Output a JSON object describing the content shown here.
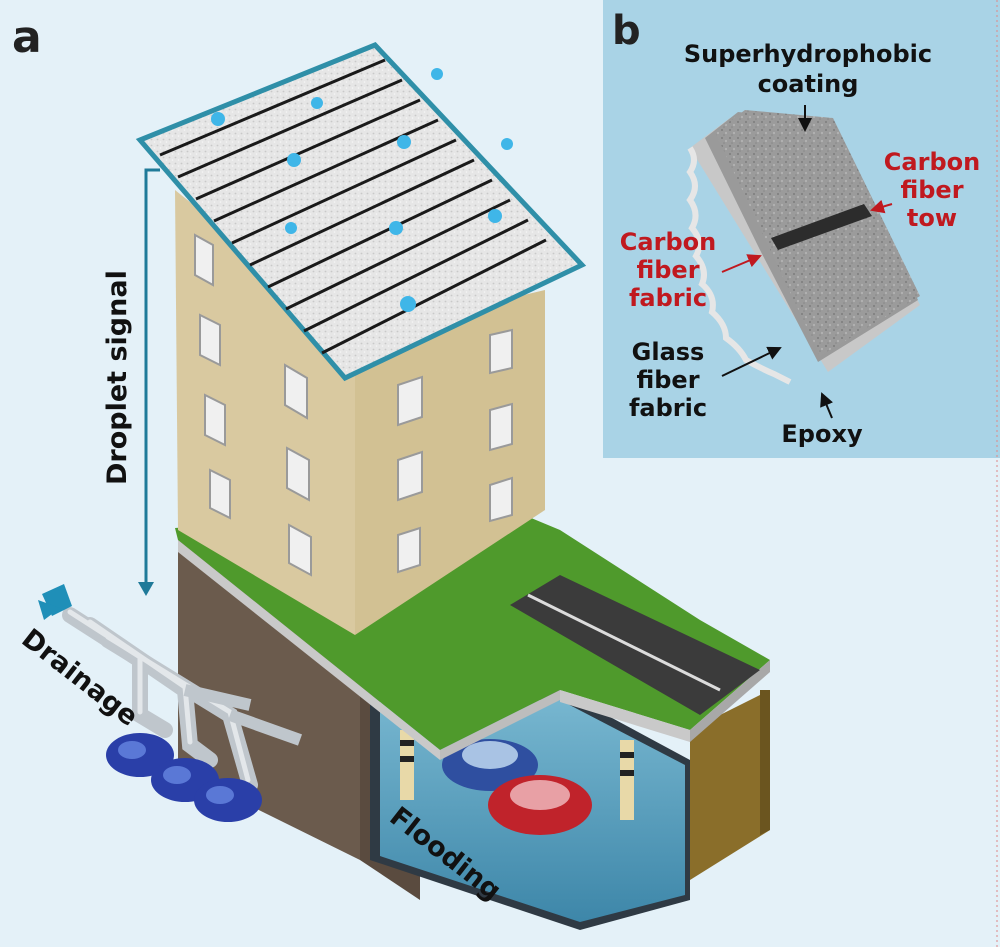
{
  "panel_a": {
    "letter": "a",
    "droplet_signal": "Droplet signal",
    "drainage": "Drainage",
    "flooding": "Flooding"
  },
  "panel_b": {
    "letter": "b",
    "coating_line1": "Superhydrophobic",
    "coating_line2": "coating",
    "tow_line1": "Carbon",
    "tow_line2": "fiber",
    "tow_line3": "tow",
    "cf_line1": "Carbon",
    "cf_line2": "fiber",
    "cf_line3": "fabric",
    "gf_line1": "Glass",
    "gf_line2": "fiber",
    "gf_line3": "fabric",
    "epoxy": "Epoxy"
  },
  "colors": {
    "background": "#e4f1f8",
    "panel_b_background": "#a9d3e6",
    "arrow_teal": "#1f7a99",
    "label_red": "#c0191f",
    "label_black": "#111111",
    "wall": "#d8c89a",
    "grass": "#4f9a2c",
    "water": "#5aa8c8",
    "droplet": "#3fb6e8"
  }
}
